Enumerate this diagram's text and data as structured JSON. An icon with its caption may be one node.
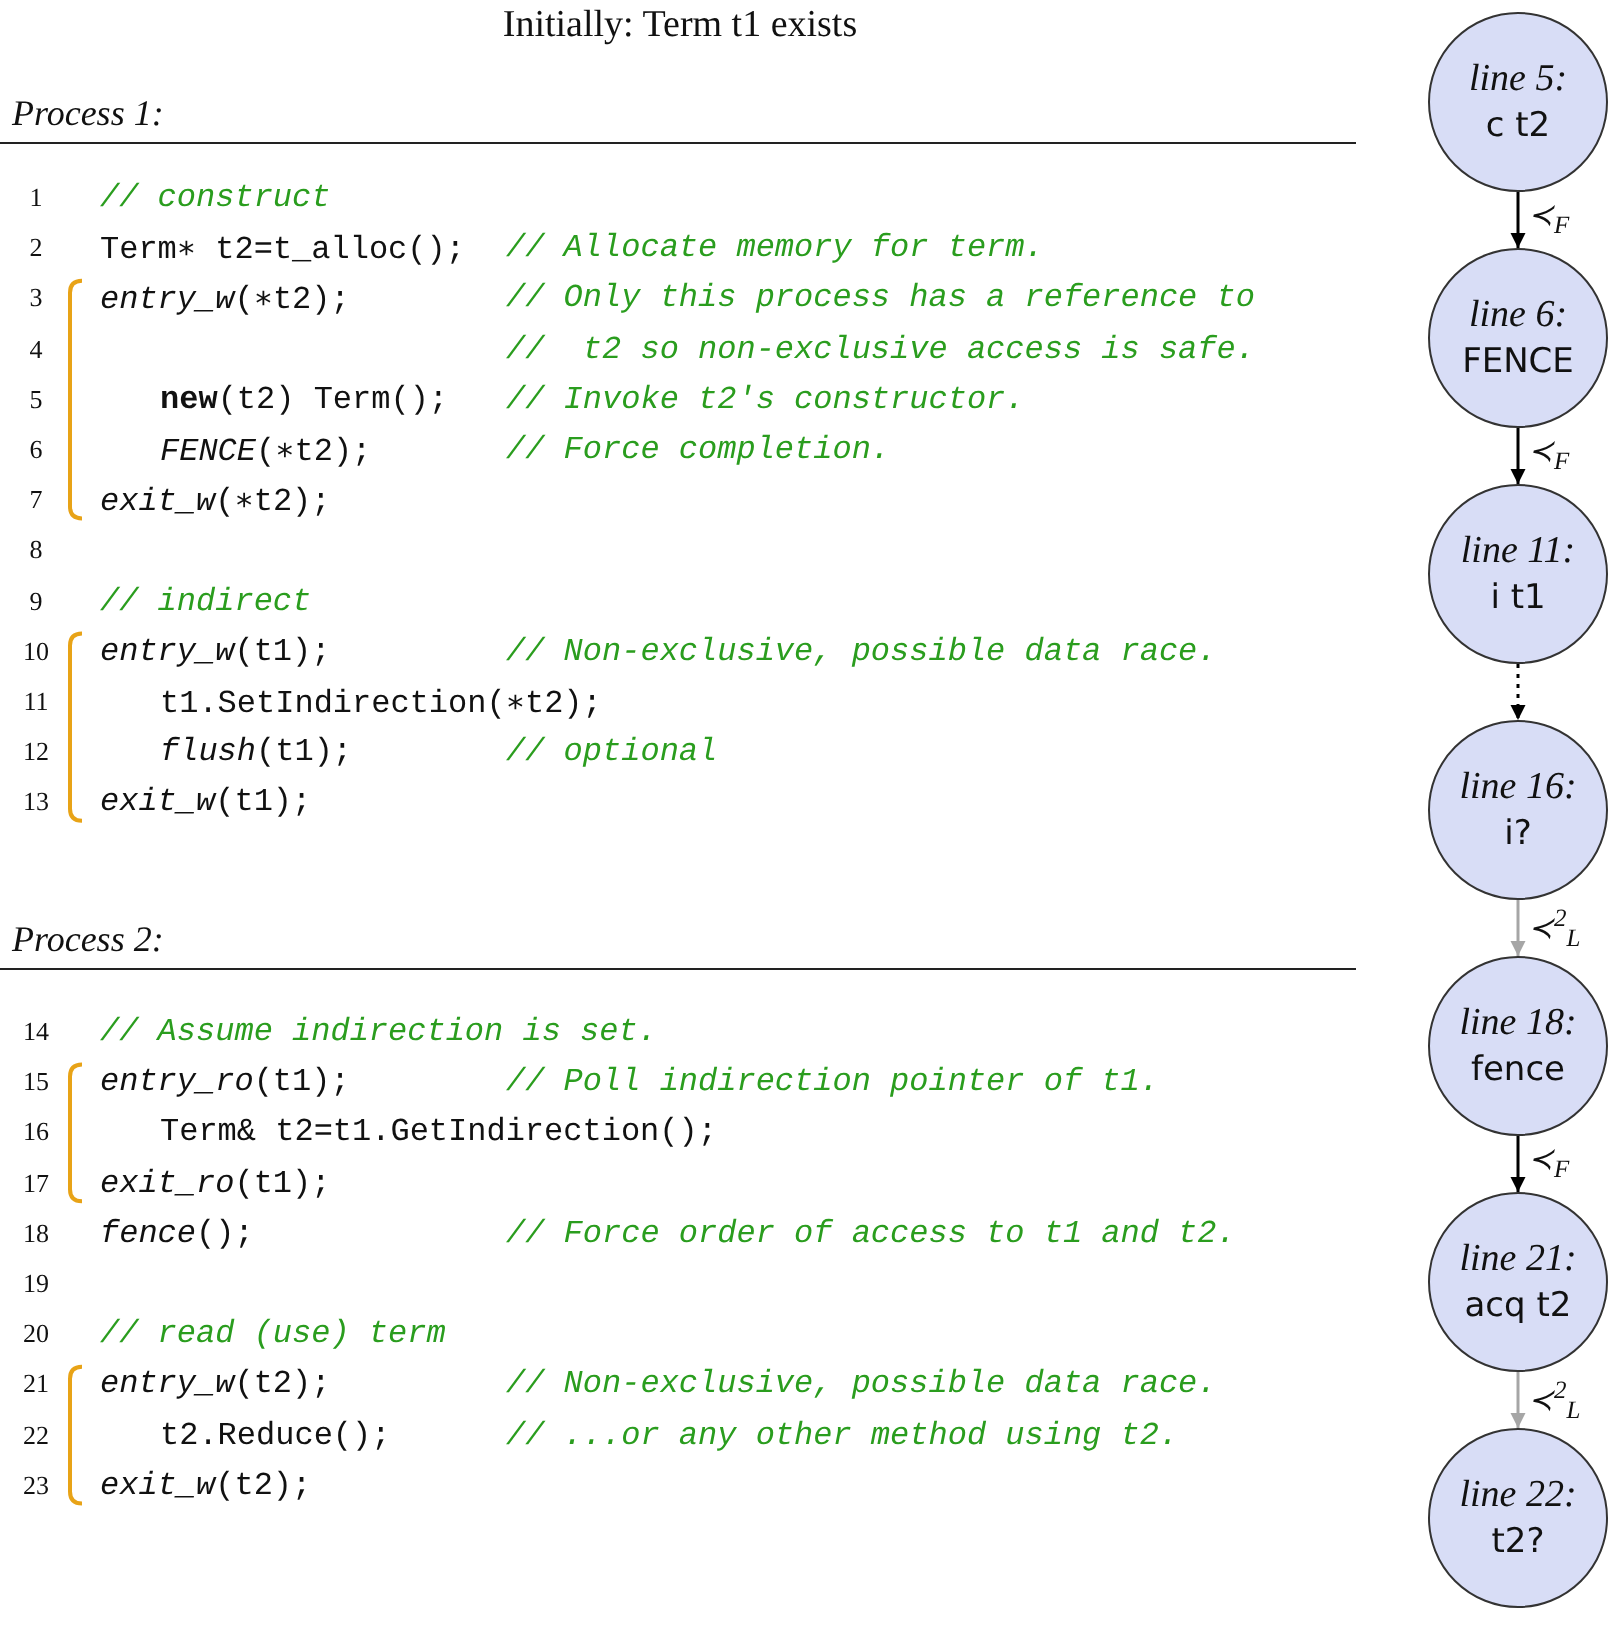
{
  "diagram": {
    "title": "Initially: Term t1 exists",
    "nodes": [
      {
        "text": [
          "line 5:",
          "c t2"
        ]
      },
      {
        "text": [
          "line 6:",
          "FENCE"
        ]
      },
      {
        "text": [
          "line 11:",
          "i t1"
        ]
      },
      {
        "text": [
          "line 16:",
          "i?"
        ]
      },
      {
        "text": [
          "line 18:",
          "fence"
        ]
      },
      {
        "text": [
          "line 21:",
          "acq t2"
        ]
      },
      {
        "text": [
          "line 22:",
          "t2?"
        ]
      }
    ],
    "edges": [
      {
        "from": 0,
        "to": 1,
        "arrow": "to",
        "label": "≺$_{F}$"
      },
      {
        "from": 1,
        "to": 2,
        "arrow": "to",
        "label": "≺$_{F}$"
      },
      {
        "from": 2,
        "to": 3,
        "arrow": "to",
        "style": "dashed"
      },
      {
        "from": 3,
        "to": 4,
        "arrow": "to",
        "label": "≺$^{2}$$_{L}$",
        "color": "#a6a6a6"
      },
      {
        "from": 4,
        "to": 5,
        "arrow": "to",
        "label": "≺$_{F}$"
      },
      {
        "from": 5,
        "to": 6,
        "arrow": "to",
        "label": "≺$^{2}$$_{L}$",
        "color": "#a6a6a6"
      }
    ],
    "labels": [
      "Process 1:",
      "1",
      "// construct",
      "2",
      "Term∗ t2=t_alloc();",
      "// Allocate memory for term.",
      "3",
      "*entry_w*(∗t2);",
      "// Only this process has a reference to",
      "4",
      "//  t2 so non-exclusive access is safe.",
      "5",
      "**new**(t2) Term();",
      "// Invoke t2's constructor.",
      "6",
      "*FENCE*(∗t2);",
      "// Force completion.",
      "7",
      "*exit_w*(∗t2);",
      "8",
      "9",
      "// indirect",
      "10",
      "*entry_w*(t1);",
      "// Non-exclusive, possible data race.",
      "11",
      "t1.SetIndirection(∗t2);",
      "12",
      "*flush*(t1);",
      "// optional",
      "13",
      "*exit_w*(t1);",
      "Process 2:",
      "14",
      "// Assume indirection is set.",
      "15",
      "*entry_ro*(t1);",
      "// Poll indirection pointer of t1.",
      "16",
      "Term& t2=t1.GetIndirection();",
      "17",
      "*exit_ro*(t1);",
      "18",
      "*fence*();",
      "// Force order of access to t1 and t2.",
      "19",
      "20",
      "// read (use) term",
      "21",
      "*entry_w*(t2);",
      "// Non-exclusive, possible data race.",
      "22",
      "t2.Reduce();",
      "// ...or any other method using t2.",
      "23",
      "*exit_w*(t2);"
    ]
  }
}
